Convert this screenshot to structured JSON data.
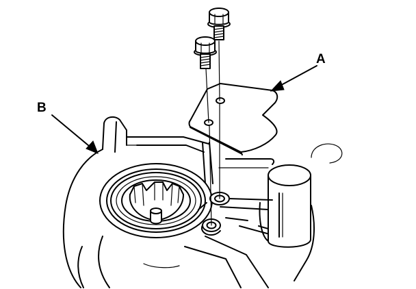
{
  "diagram": {
    "callouts": {
      "a": "A",
      "b": "B"
    },
    "parts": {
      "bracket": "bracket",
      "housing": "housing",
      "bolt_upper": "flange-bolt",
      "bolt_lower": "flange-bolt"
    },
    "colors": {
      "ink": "#000000",
      "paper": "#ffffff"
    }
  }
}
